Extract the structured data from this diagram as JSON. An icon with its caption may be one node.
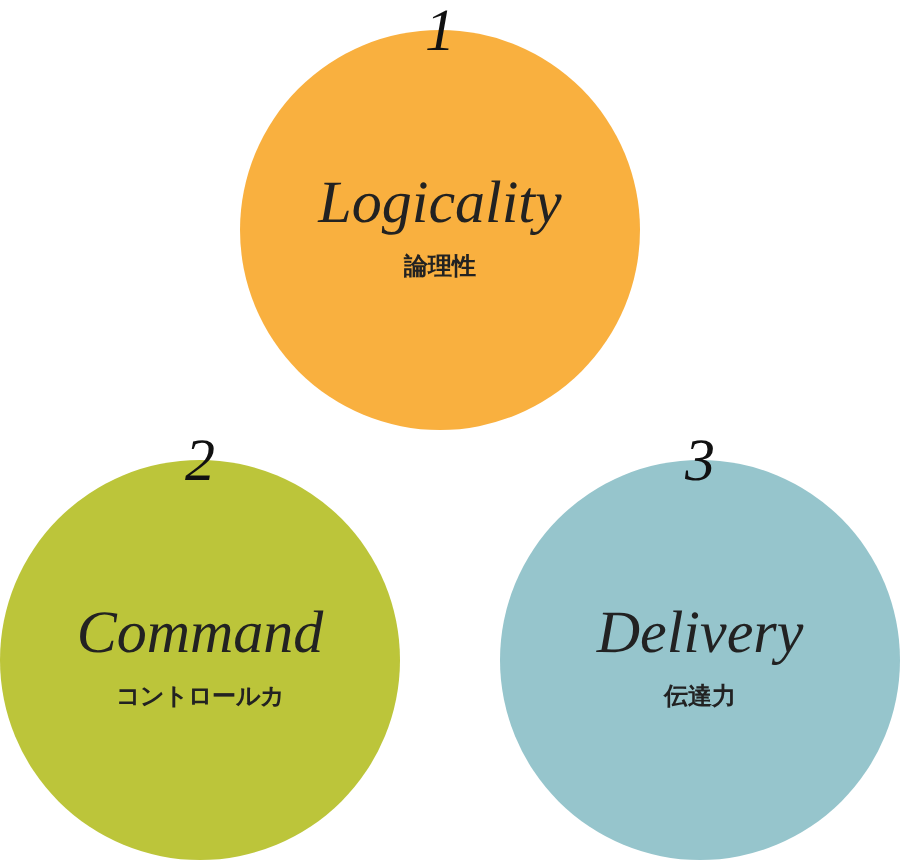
{
  "diagram": {
    "nodes": [
      {
        "text": [
          "1",
          "Logicality",
          "論理性"
        ]
      },
      {
        "text": [
          "2",
          "Command",
          "コントロールカ"
        ]
      },
      {
        "text": [
          "3",
          "Delivery",
          "伝達力"
        ]
      }
    ]
  }
}
